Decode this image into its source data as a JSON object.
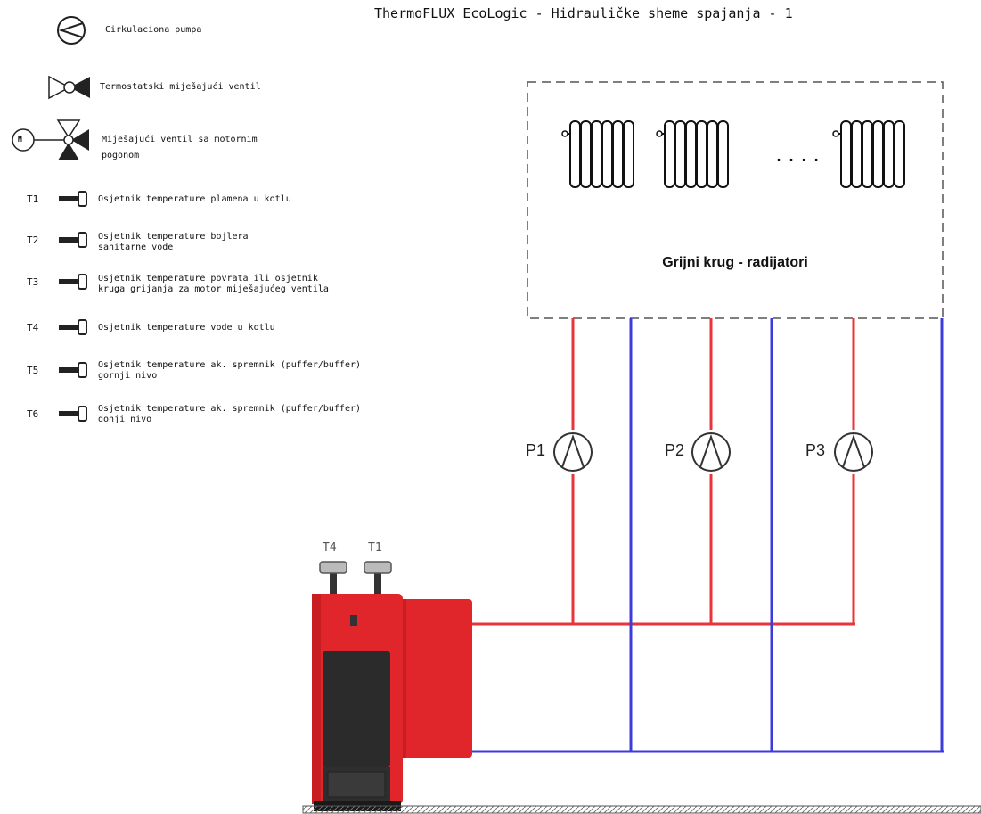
{
  "title": "ThermoFLUX EcoLogic - Hidrauličke sheme spajanja - 1",
  "legend": {
    "circulation_pump": "Cirkulaciona pumpa",
    "thermostatic_valve": "Termostatski miješajući ventil",
    "motor_valve": "Miješajući ventil sa motornim\npogonom",
    "motor_badge": "M",
    "sensors": [
      {
        "code": "T1",
        "text": "Osjetnik temperature plamena u kotlu"
      },
      {
        "code": "T2",
        "text": "Osjetnik temperature bojlera\nsanitarne vode"
      },
      {
        "code": "T3",
        "text": "Osjetnik temperature povrata ili osjetnik\nkruga grijanja za motor miješajućeg ventila"
      },
      {
        "code": "T4",
        "text": "Osjetnik temperature vode u kotlu"
      },
      {
        "code": "T5",
        "text": "Osjetnik temperature ak. spremnik (puffer/buffer)\ngornji nivo"
      },
      {
        "code": "T6",
        "text": "Osjetnik temperature ak. spremnik (puffer/buffer)\ndonji nivo"
      }
    ]
  },
  "heating_circuit": {
    "label": "Grijni krug - radijatori",
    "ellipsis": "....",
    "pumps": [
      "P1",
      "P2",
      "P3"
    ]
  },
  "boiler": {
    "sensors": [
      "T4",
      "T1"
    ]
  },
  "colors": {
    "supply_pipe": "#e8343a",
    "return_pipe": "#3c3cdc",
    "boiler_red": "#e1262b",
    "boiler_dark": "#2b2b2b",
    "dashed_border": "#555555"
  }
}
